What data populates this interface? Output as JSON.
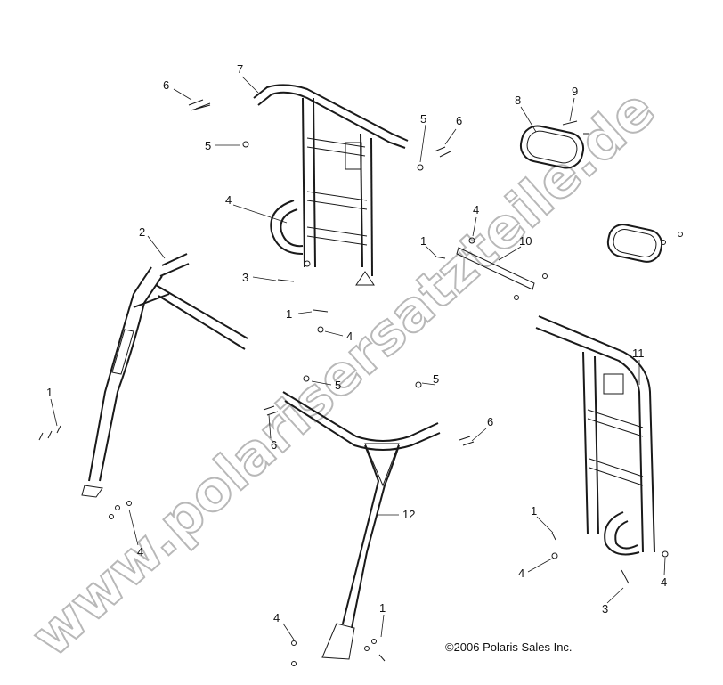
{
  "watermark": "www.polarisersatzteile.de",
  "copyright": "©2006 Polaris Sales Inc.",
  "callouts": [
    {
      "id": "c1",
      "text": "6"
    },
    {
      "id": "c2",
      "text": "7"
    },
    {
      "id": "c3",
      "text": "5"
    },
    {
      "id": "c4",
      "text": "6"
    },
    {
      "id": "c5",
      "text": "8"
    },
    {
      "id": "c6",
      "text": "9"
    },
    {
      "id": "c7",
      "text": "5"
    },
    {
      "id": "c8",
      "text": "4"
    },
    {
      "id": "c9",
      "text": "2"
    },
    {
      "id": "c10",
      "text": "4"
    },
    {
      "id": "c11",
      "text": "1"
    },
    {
      "id": "c12",
      "text": "10"
    },
    {
      "id": "c13",
      "text": "3"
    },
    {
      "id": "c14",
      "text": "1"
    },
    {
      "id": "c15",
      "text": "4"
    },
    {
      "id": "c16",
      "text": "5"
    },
    {
      "id": "c17",
      "text": "5"
    },
    {
      "id": "c18",
      "text": "11"
    },
    {
      "id": "c19",
      "text": "1"
    },
    {
      "id": "c20",
      "text": "6"
    },
    {
      "id": "c21",
      "text": "6"
    },
    {
      "id": "c22",
      "text": "12"
    },
    {
      "id": "c23",
      "text": "4"
    },
    {
      "id": "c24",
      "text": "1"
    },
    {
      "id": "c25",
      "text": "4"
    },
    {
      "id": "c26",
      "text": "4"
    },
    {
      "id": "c27",
      "text": "3"
    },
    {
      "id": "c28",
      "text": "4"
    },
    {
      "id": "c29",
      "text": "1"
    }
  ]
}
